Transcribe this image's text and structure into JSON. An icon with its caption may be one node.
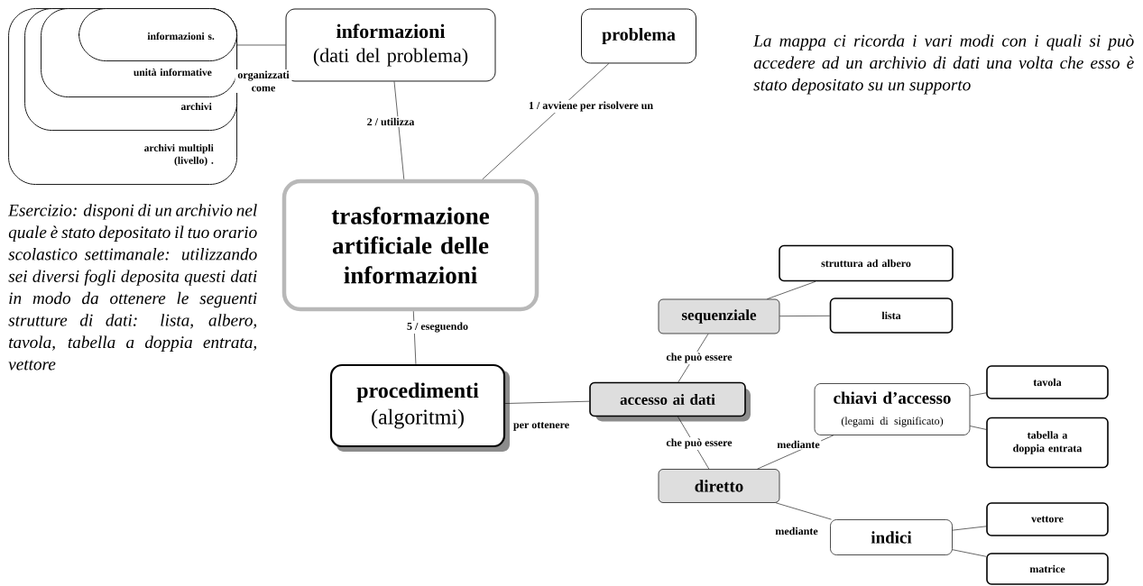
{
  "diagram": {
    "nodes": [
      {
        "text": [
          "archivi multipli (livello) ."
        ]
      },
      {
        "text": [
          "archivi"
        ],
        "in": 0
      },
      {
        "text": [
          "unità informative"
        ],
        "in": 1
      },
      {
        "text": [
          "informazioni s."
        ],
        "in": 2
      },
      {
        "text": [
          "informazioni",
          "(dati del problema)"
        ]
      },
      {
        "text": [
          "problema"
        ]
      },
      {
        "text": [
          "trasformazione artificiale delle informazioni"
        ]
      },
      {
        "text": [
          "procedimenti",
          "(algoritmi)"
        ]
      },
      {
        "text": [
          "accesso ai dati"
        ]
      },
      {
        "text": [
          "sequenziale"
        ]
      },
      {
        "text": [
          "struttura ad albero"
        ]
      },
      {
        "text": [
          "lista"
        ]
      },
      {
        "text": [
          "diretto"
        ]
      },
      {
        "text": [
          "chiavi d’accesso",
          "(legami di significato)"
        ]
      },
      {
        "text": [
          "tavola"
        ]
      },
      {
        "text": [
          "tabella a doppia entrata"
        ]
      },
      {
        "text": [
          "indici"
        ]
      },
      {
        "text": [
          "vettore"
        ]
      },
      {
        "text": [
          "matrice"
        ]
      }
    ],
    "edges": [
      {
        "from": 4,
        "to": 0,
        "arrow": "none",
        "label": "organizzati come"
      },
      {
        "from": 6,
        "to": 4,
        "arrow": "none",
        "label": "2 / utilizza"
      },
      {
        "from": 6,
        "to": 5,
        "arrow": "none",
        "label": "1 / avviene per risolvere un"
      },
      {
        "from": 6,
        "to": 7,
        "arrow": "none",
        "label": "5 / eseguendo"
      },
      {
        "from": 7,
        "to": 8,
        "arrow": "none",
        "label": "per ottenere"
      },
      {
        "from": 8,
        "to": 9,
        "arrow": "none",
        "label": "che può essere"
      },
      {
        "from": 9,
        "to": 10,
        "arrow": "none"
      },
      {
        "from": 9,
        "to": 11,
        "arrow": "none"
      },
      {
        "from": 8,
        "to": 12,
        "arrow": "none",
        "label": "che può essere"
      },
      {
        "from": 12,
        "to": 13,
        "arrow": "none",
        "label": "mediante"
      },
      {
        "from": 13,
        "to": 14,
        "arrow": "none"
      },
      {
        "from": 13,
        "to": 15,
        "arrow": "none"
      },
      {
        "from": 12,
        "to": 16,
        "arrow": "none",
        "label": "mediante"
      },
      {
        "from": 16,
        "to": 17,
        "arrow": "none"
      },
      {
        "from": 16,
        "to": 18,
        "arrow": "none"
      }
    ],
    "labels": [
      "La mappa ci ricorda i vari modi con i quali si può accedere ad un archivio di dati una volta che esso è stato depositato su un supporto",
      "Esercizio: disponi di un archivio nel quale è stato depositato il tuo orario scolastico settimanale: utilizzando sei diversi fogli deposita questi dati in modo da ottenere le seguenti strutture di dati: lista, albero, tavola, tabella a doppia entrata, vettore"
    ]
  }
}
